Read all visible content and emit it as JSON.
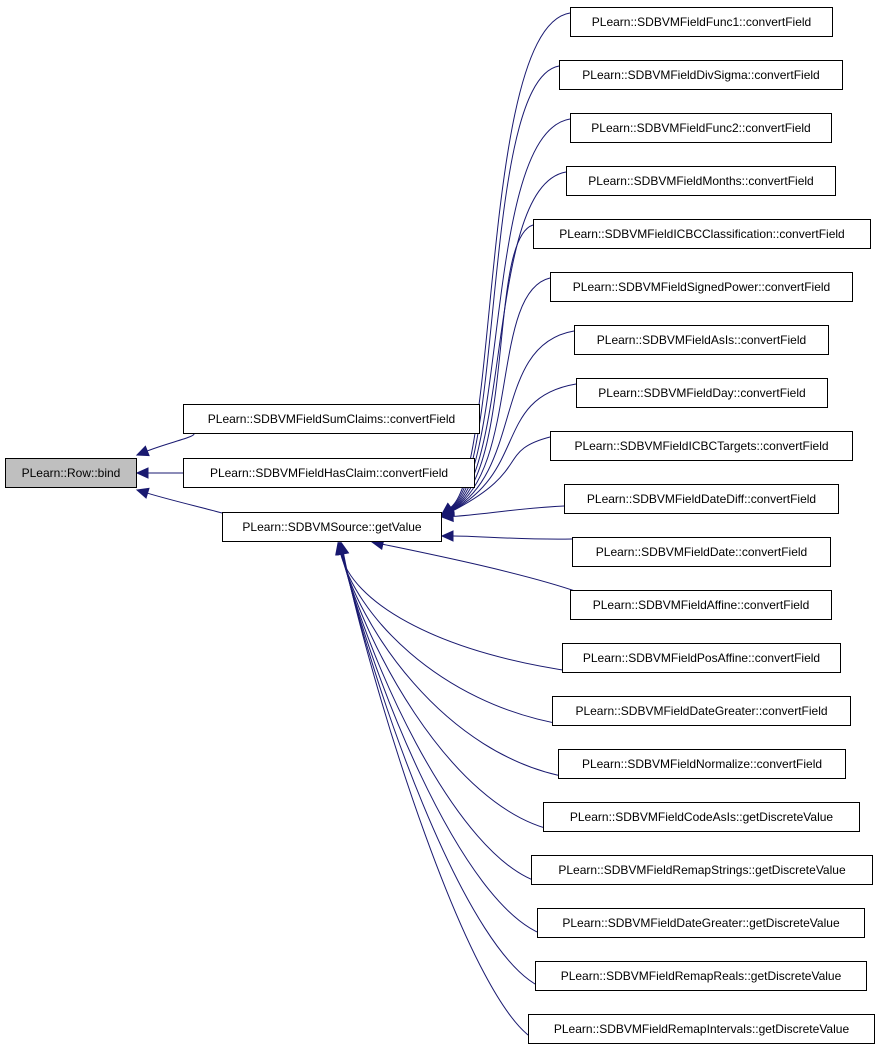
{
  "root": "PLearn::Row::bind",
  "level1": [
    "PLearn::SDBVMFieldSumClaims::convertField",
    "PLearn::SDBVMFieldHasClaim::convertField",
    "PLearn::SDBVMSource::getValue"
  ],
  "level2": [
    "PLearn::SDBVMFieldFunc1::convertField",
    "PLearn::SDBVMFieldDivSigma::convertField",
    "PLearn::SDBVMFieldFunc2::convertField",
    "PLearn::SDBVMFieldMonths::convertField",
    "PLearn::SDBVMFieldICBCClassification::convertField",
    "PLearn::SDBVMFieldSignedPower::convertField",
    "PLearn::SDBVMFieldAsIs::convertField",
    "PLearn::SDBVMFieldDay::convertField",
    "PLearn::SDBVMFieldICBCTargets::convertField",
    "PLearn::SDBVMFieldDateDiff::convertField",
    "PLearn::SDBVMFieldDate::convertField",
    "PLearn::SDBVMFieldAffine::convertField",
    "PLearn::SDBVMFieldPosAffine::convertField",
    "PLearn::SDBVMFieldDateGreater::convertField",
    "PLearn::SDBVMFieldNormalize::convertField",
    "PLearn::SDBVMFieldCodeAsIs::getDiscreteValue",
    "PLearn::SDBVMFieldRemapStrings::getDiscreteValue",
    "PLearn::SDBVMFieldDateGreater::getDiscreteValue",
    "PLearn::SDBVMFieldRemapReals::getDiscreteValue",
    "PLearn::SDBVMFieldRemapIntervals::getDiscreteValue"
  ],
  "colors": {
    "edge": "#191970",
    "root_fill": "#bfbfbf",
    "node_fill": "#ffffff"
  }
}
